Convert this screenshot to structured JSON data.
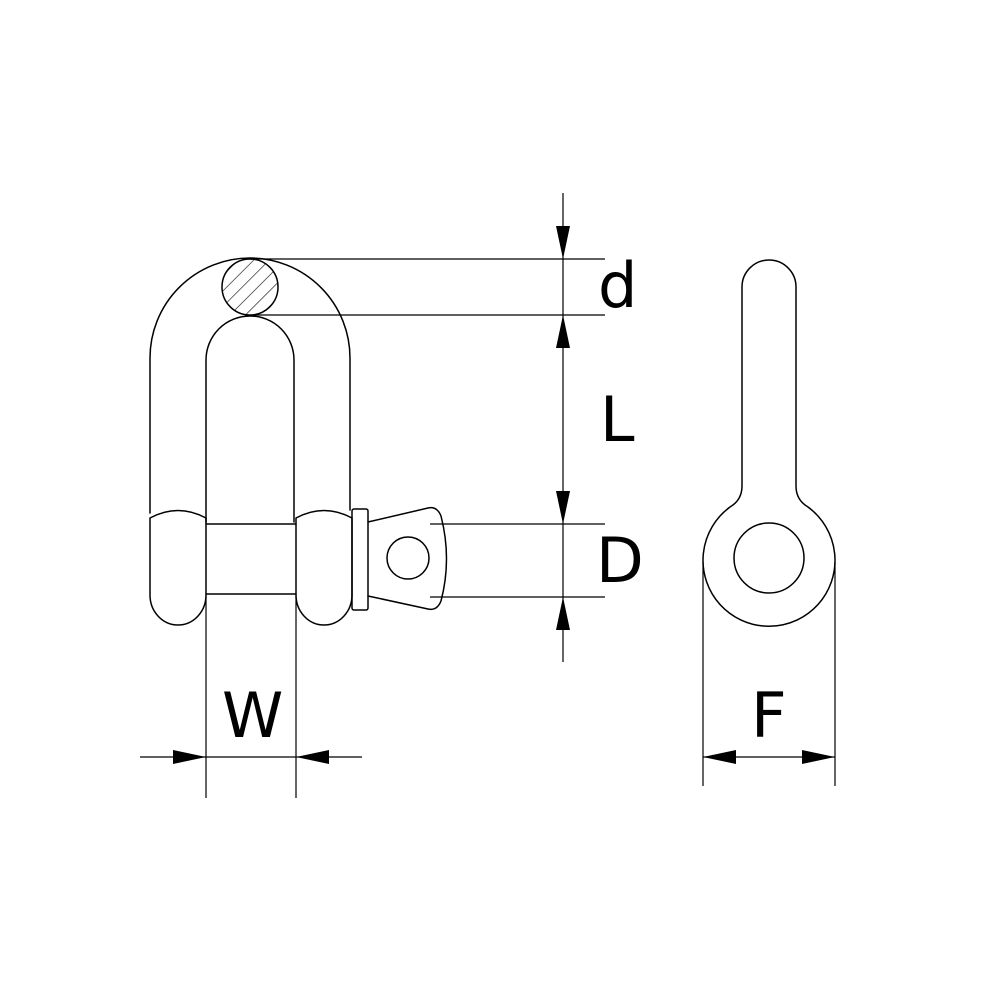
{
  "labels": {
    "d": "d",
    "L": "L",
    "D": "D",
    "W": "W",
    "F": "F"
  },
  "colors": {
    "line": "#000000",
    "background": "#ffffff"
  }
}
